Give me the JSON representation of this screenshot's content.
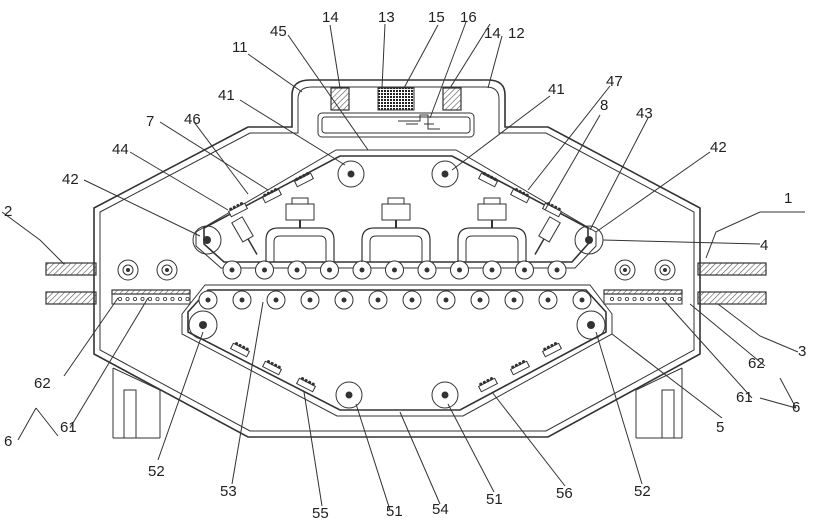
{
  "figure": {
    "labels": {
      "l1": "1",
      "l2": "2",
      "l3": "3",
      "l4": "4",
      "l5": "5",
      "l6a": "6",
      "l6b": "6",
      "l7": "7",
      "l8": "8",
      "l11": "11",
      "l12": "12",
      "l13": "13",
      "l14a": "14",
      "l14b": "14",
      "l15": "15",
      "l16": "16",
      "l41a": "41",
      "l41b": "41",
      "l42a": "42",
      "l42b": "42",
      "l43": "43",
      "l44": "44",
      "l45": "45",
      "l46": "46",
      "l47": "47",
      "l51a": "51",
      "l51b": "51",
      "l52a": "52",
      "l52b": "52",
      "l53": "53",
      "l54": "54",
      "l55": "55",
      "l56": "56",
      "l61a": "61",
      "l61b": "61",
      "l62a": "62",
      "l62b": "62"
    }
  }
}
